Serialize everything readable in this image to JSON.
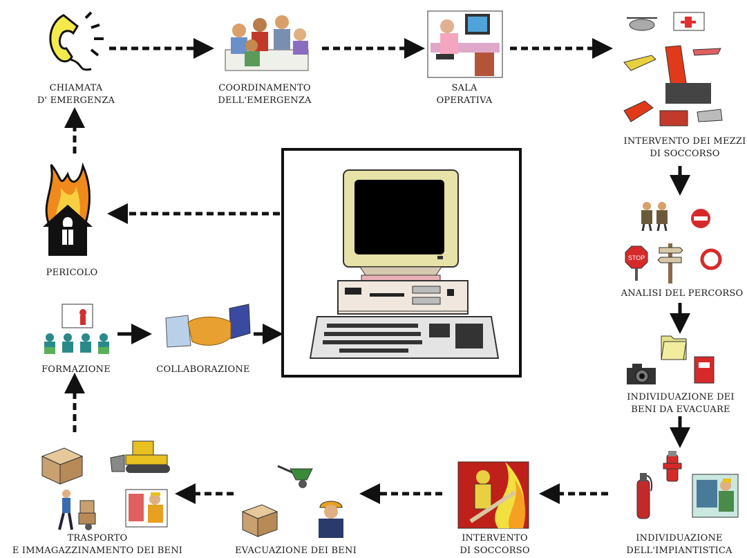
{
  "nodes": {
    "chiamata": [
      "CHIAMATA",
      "D' EMERGENZA"
    ],
    "coordinamento": [
      "COORDINAMENTO",
      "DELL'EMERGENZA"
    ],
    "sala": [
      "SALA",
      "OPERATIVA"
    ],
    "intervento_mezzi": [
      "INTERVENTO DEI MEZZI",
      "DI SOCCORSO"
    ],
    "analisi": [
      "ANALISI DEL PERCORSO"
    ],
    "individuazione_beni": [
      "INDIVIDUAZIONE DEI",
      "BENI DA EVACUARE"
    ],
    "individuazione_impiantistica": [
      "INDIVIDUAZIONE",
      "DELL'IMPIANTISTICA"
    ],
    "intervento_soccorso": [
      "INTERVENTO",
      "DI SOCCORSO"
    ],
    "evacuazione": [
      "EVACUAZIONE DEI BENI"
    ],
    "trasporto": [
      "TRASPORTO",
      "E IMMAGAZZINAMENTO DEI BENI"
    ],
    "formazione": [
      "FORMAZIONE"
    ],
    "collaborazione": [
      "COLLABORAZIONE"
    ],
    "pericolo": [
      "PERICOLO"
    ]
  },
  "stop_sign_text": "STOP",
  "icons": [
    "telephone-icon",
    "meeting-icon",
    "operator-icon",
    "rescue-vehicles-icon",
    "people-icon",
    "no-entry-icon",
    "stop-sign-icon",
    "signpost-icon",
    "prohibition-ring-icon",
    "folder-icon",
    "camera-icon",
    "notebook-icon",
    "fire-hydrant-icon",
    "extinguisher-icon",
    "technician-icon",
    "firefighter-icon",
    "wheelbarrow-icon",
    "worker-icon",
    "box-icon",
    "bulldozer-icon",
    "hand-truck-icon",
    "presentation-icon",
    "handshake-icon",
    "house-fire-icon",
    "computer-icon"
  ],
  "colors": {
    "arrow": "#111111",
    "frame": "#111111",
    "fire": "#f08a1c",
    "screen": "#000000"
  }
}
